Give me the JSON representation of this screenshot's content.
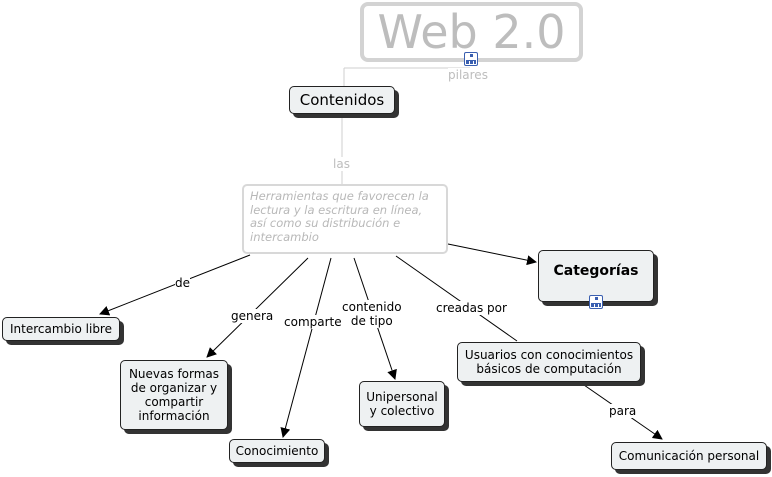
{
  "nodes": {
    "web20": "Web 2.0",
    "contenidos": "Contenidos",
    "herramientas": "Herramientas que favorecen la lectura y la escritura en línea, así como su distribución e intercambio",
    "categorias": "Categorías",
    "intercambio": "Intercambio libre",
    "nuevas_formas": "Nuevas formas de organizar y compartir información",
    "conocimiento": "Conocimiento",
    "unipersonal": "Unipersonal y colectivo",
    "usuarios": "Usuarios con conocimientos básicos de computación",
    "comunicacion": "Comunicación personal"
  },
  "links": {
    "pilares": "pilares",
    "las": "las",
    "de": "de",
    "genera": "genera",
    "comparte": "comparte",
    "contenido_tipo": "contenido\nde tipo",
    "creadas_por": "creadas por",
    "para": "para"
  },
  "colors": {
    "faded_text": "#bdbdbd",
    "node_fill": "#eef1f2",
    "icon_blue": "#3a5fb0"
  },
  "icons": [
    "concept-map-icon",
    "concept-map-icon"
  ]
}
